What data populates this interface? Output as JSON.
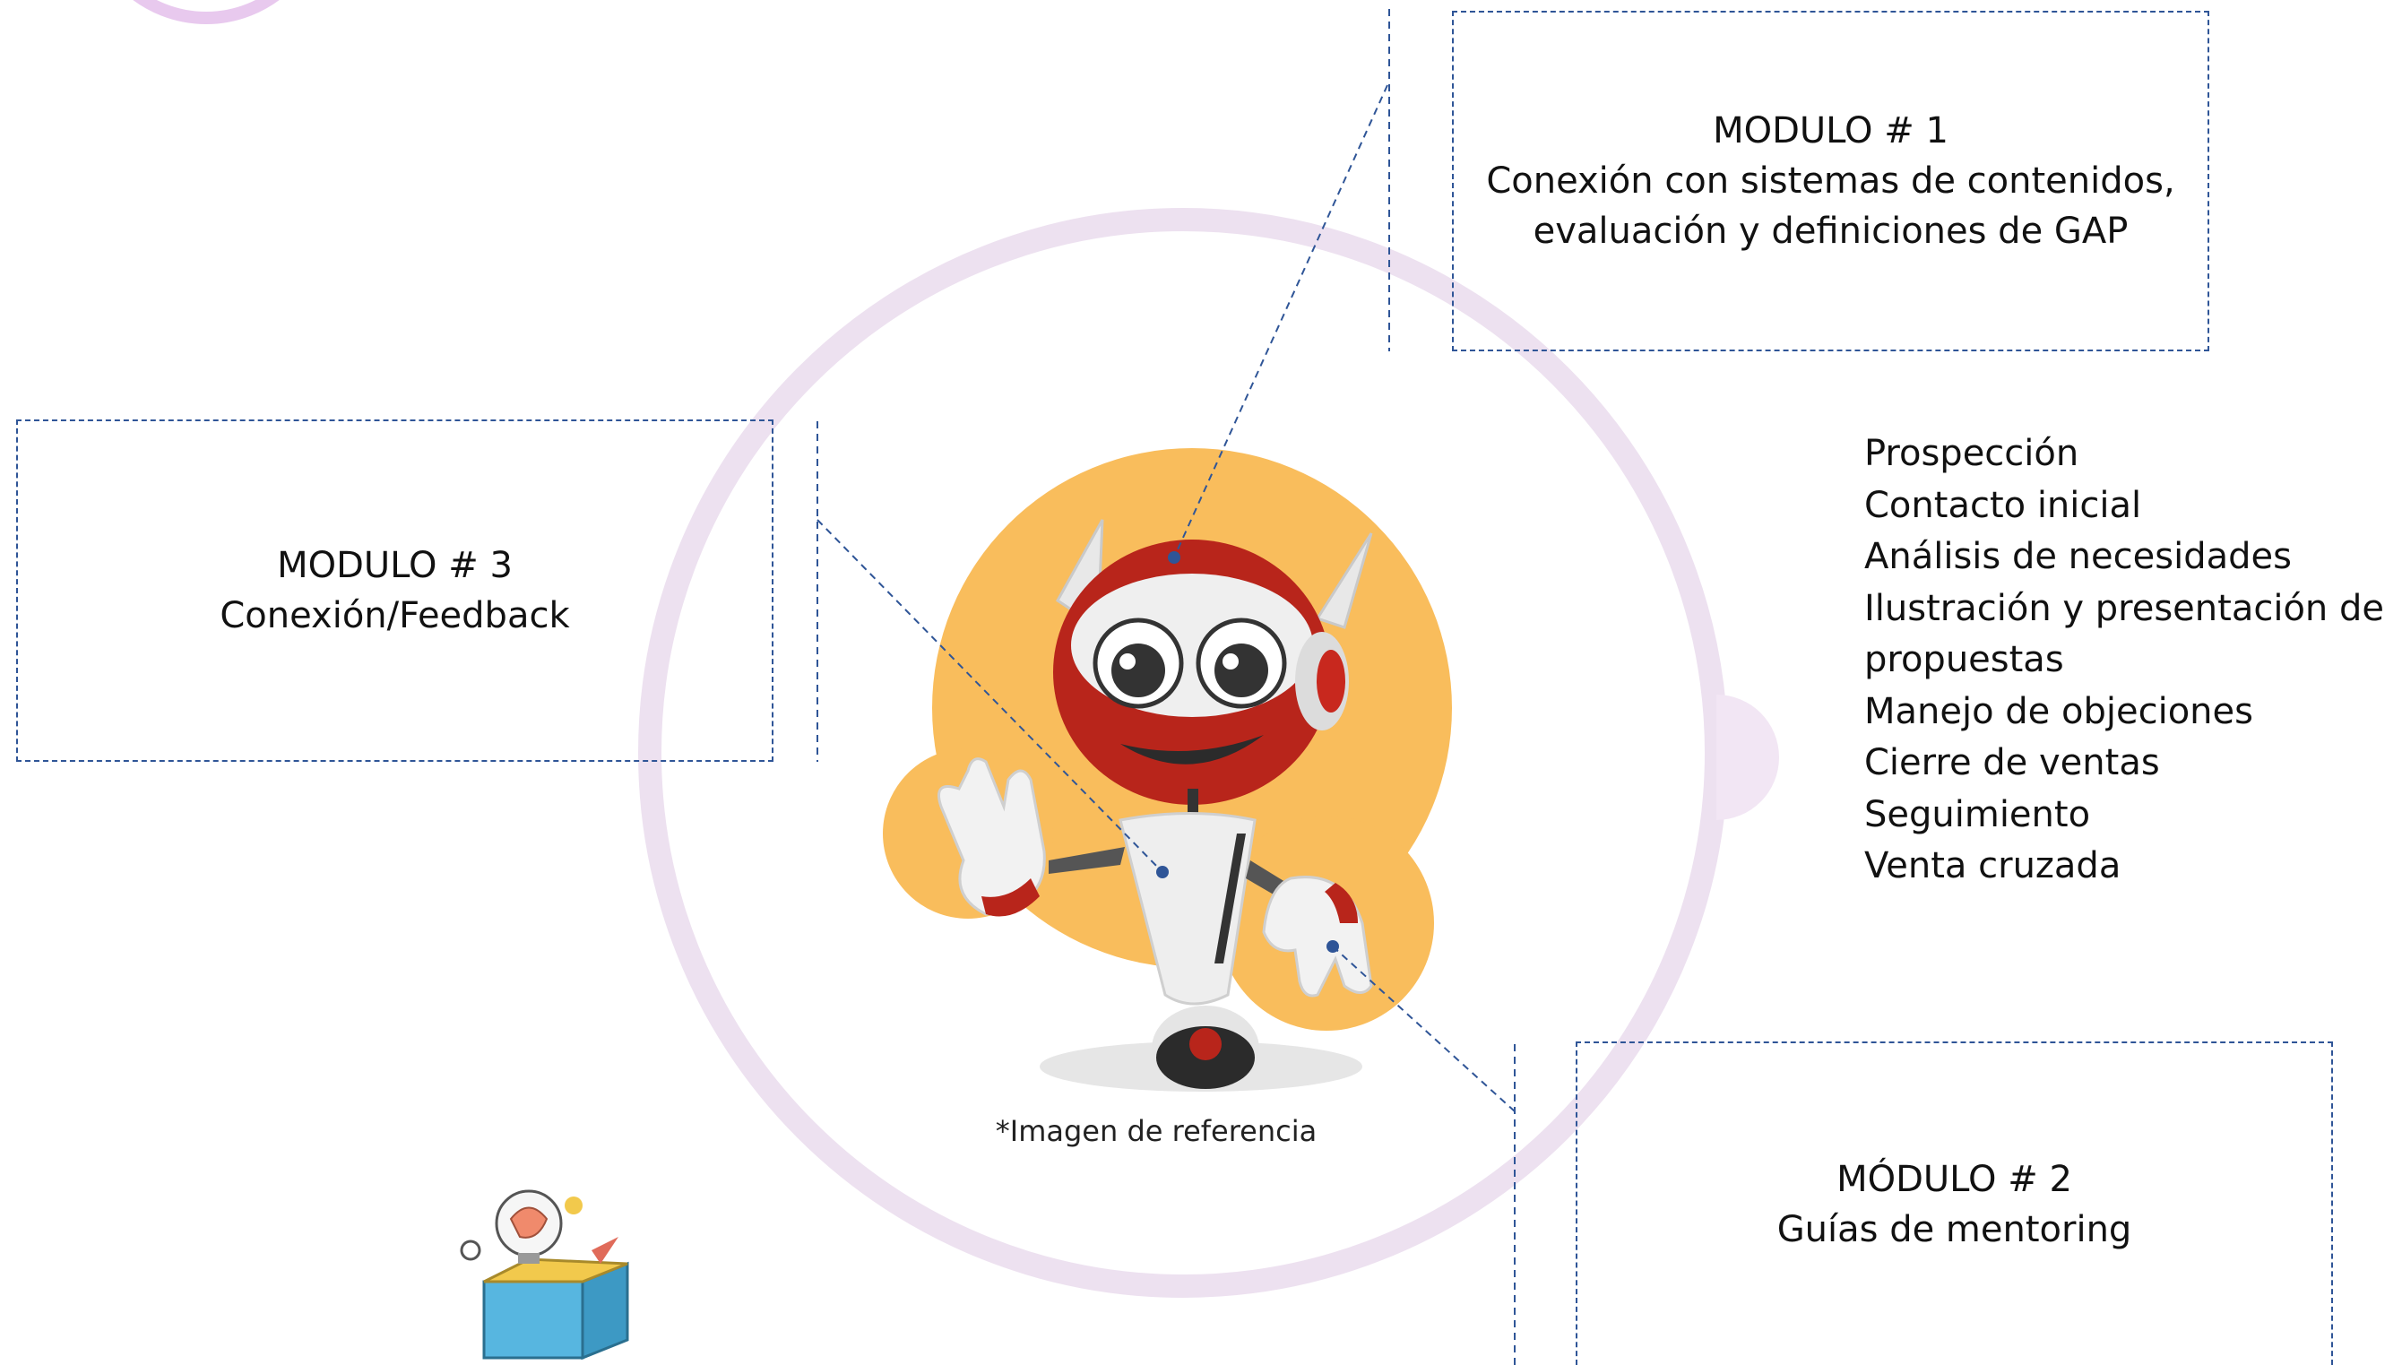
{
  "modules": {
    "m1": {
      "title": "MODULO # 1",
      "line1": "Conexión con sistemas de contenidos,",
      "line2": "evaluación y definiciones de GAP"
    },
    "m2": {
      "title": "MÓDULO # 2",
      "line1": "Guías de mentoring"
    },
    "m3": {
      "title": "MODULO # 3",
      "line1": "Conexión/Feedback"
    }
  },
  "steps": [
    "Prospección",
    "Contacto inicial",
    "Análisis de necesidades",
    "Ilustración y presentación de",
    "propuestas",
    "Manejo de objeciones",
    "Cierre de ventas",
    "Seguimiento",
    "Venta cruzada"
  ],
  "caption": "*Imagen de referencia",
  "colors": {
    "dash": "#2f5597",
    "ring": "#ede1f0",
    "robot_bg": "#f9bd5c",
    "robot_red": "#b8251b"
  },
  "icons": [
    "robot-illustration",
    "idea-box-icon"
  ]
}
